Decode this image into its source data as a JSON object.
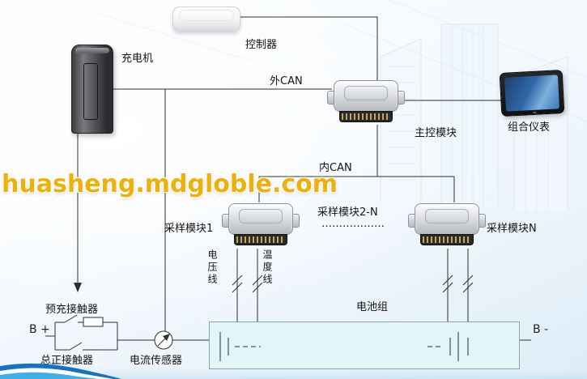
{
  "watermark": {
    "text": "huasheng.mdgloble.com"
  },
  "labels": {
    "controller": "控制器",
    "charger": "充电机",
    "external_can": "外CAN",
    "main_module": "主控模块",
    "instrument_cluster": "组合仪表",
    "internal_can": "内CAN",
    "sampling_module_1": "采样模块1",
    "sampling_module_2n": "采样模块2-N",
    "sampling_ellipsis": "………………",
    "sampling_module_n": "采样模块N",
    "voltage_line": "电压线",
    "temperature_line": "温度线",
    "battery_pack": "电池组",
    "precharge_contactor": "预充接触器",
    "main_positive_contactor": "总正接触器",
    "current_sensor": "电流传感器",
    "b_plus": "B +",
    "b_minus": "B -"
  },
  "colors": {
    "wire": "#2f2f2f",
    "battery_box_fill": "#e1f6f7",
    "watermark_yellow": "#eeb00a",
    "swoosh_blue_dark": "#1473c4",
    "swoosh_blue_light": "#3fb0e8"
  }
}
